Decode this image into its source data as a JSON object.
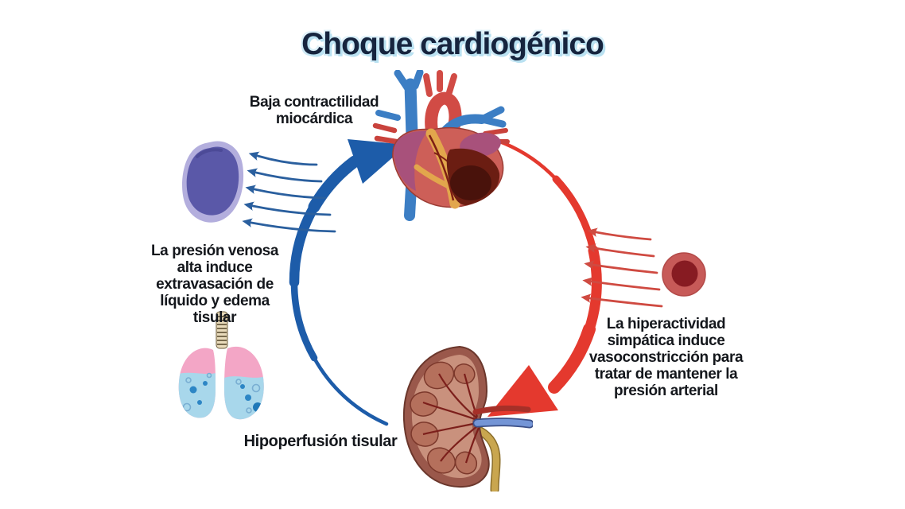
{
  "title": {
    "text": "Choque cardiogénico",
    "color": "#16243e",
    "glow_color": "#b9e1f1"
  },
  "labels": {
    "top": "Baja contractilidad\nmiocárdica",
    "left": "La presión venosa\nalta induce\nextravasación de\nlíquido y edema\ntisular",
    "right": "La hiperactividad\nsimpática induce\nvasoconstricción para\ntratar de mantener la\npresión arterial",
    "bottom": "Hipoperfusión tisular"
  },
  "cycle": {
    "blue_arrow": {
      "name": "venous-congestion-arrow",
      "direction": "kidney-to-heart",
      "color": "#1d5ca9"
    },
    "red_arrow": {
      "name": "sympathetic-vasoconstriction-arrow",
      "direction": "heart-to-kidney",
      "color": "#e4392e"
    },
    "small_blue_arrows_count": 5,
    "small_red_arrows_count": 5
  },
  "illustrations": {
    "heart": "heart with dark infarcted myocardium",
    "kidney": "kidney cross-section with artery, vein and ureter",
    "lungs": "lungs filling with edema fluid and bubbles",
    "tissue": "purple tissue mass",
    "vessel": "constricted blood vessel cross-section"
  },
  "palette": {
    "background": "#ffffff",
    "text": "#14171c",
    "lung_pink": "#f3a6c6",
    "fluid_blue": "#a8d7eb",
    "tissue_purple": "#5a58a8",
    "vessel_outer": "#c75a58",
    "vessel_lumen": "#871b22"
  }
}
